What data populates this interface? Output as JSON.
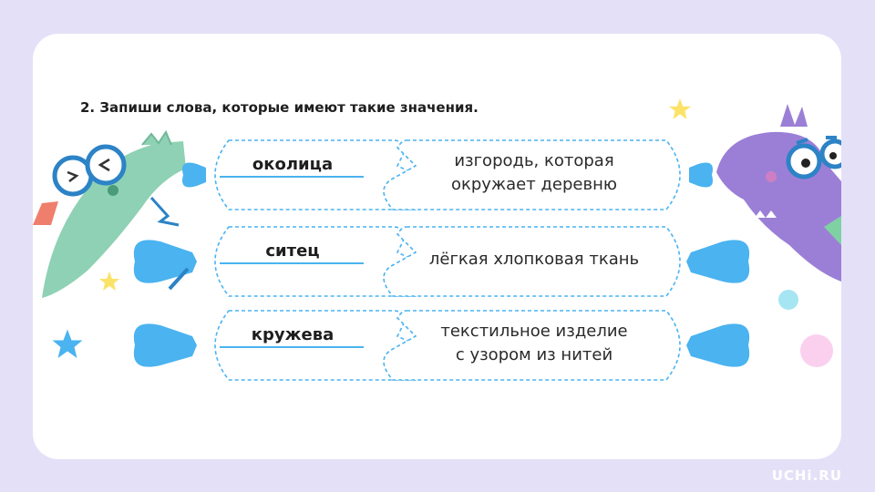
{
  "task": {
    "title": "2. Запиши слова, которые имеют такие значения."
  },
  "rows": [
    {
      "word": "околица",
      "meaning_line1": "изгородь, которая",
      "meaning_line2": "окружает деревню"
    },
    {
      "word": "ситец",
      "meaning_line1": "лёгкая хлопковая ткань",
      "meaning_line2": ""
    },
    {
      "word": "кружева",
      "meaning_line1": "текстильное изделие",
      "meaning_line2": "с узором из нитей"
    }
  ],
  "footer": {
    "logo": "UCHi.RU"
  },
  "colors": {
    "background": "#e4e0f7",
    "card": "#ffffff",
    "accent_blue": "#4ab3f0",
    "green_dino": "#8fd1b4",
    "purple_dino": "#9b7fd6"
  },
  "icons": [
    "green-dinosaur-icon",
    "purple-dinosaur-icon",
    "star-icon",
    "cracker-end-icon"
  ]
}
